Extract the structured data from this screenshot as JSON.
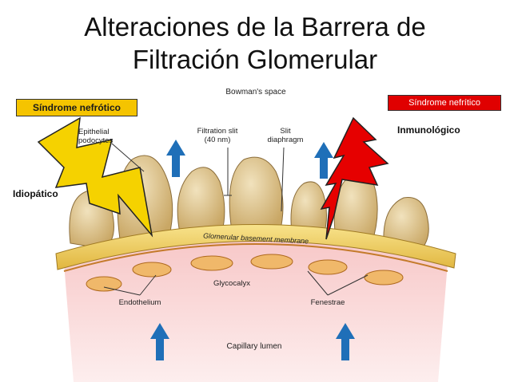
{
  "title": {
    "line1": "Alteraciones de la Barrera de",
    "line2": "Filtración Glomerular"
  },
  "badges": {
    "nefrotico": "Síndrome nefrótico",
    "nefritico": "Síndrome nefrítico"
  },
  "side_labels": {
    "inmunologico": "Inmunológico",
    "idiopatico": "Idiopático"
  },
  "diagram_labels": {
    "bowmans_space": "Bowman's space",
    "epithelial_podocytes_line1": "Epithelial",
    "epithelial_podocytes_line2": "podocytes",
    "filtration_slit_line1": "Filtration slit",
    "filtration_slit_line2": "(40 nm)",
    "slit_diaphragm_line1": "Slit",
    "slit_diaphragm_line2": "diaphragm",
    "gbm": "Glomerular basement membrane",
    "glycocalyx": "Glycocalyx",
    "endothelium": "Endothelium",
    "fenestrae": "Fenestrae",
    "capillary_lumen": "Capillary lumen"
  },
  "colors": {
    "podocyte_fill": "#d8bf8a",
    "gbm_fill": "#f2d36a",
    "endothelium_fill": "#f0b86a",
    "lumen_fill": "#fbd6d6",
    "arrow_blue": "#1f6fb8",
    "bolt_yellow": "#f5d200",
    "bolt_red": "#e60000"
  }
}
